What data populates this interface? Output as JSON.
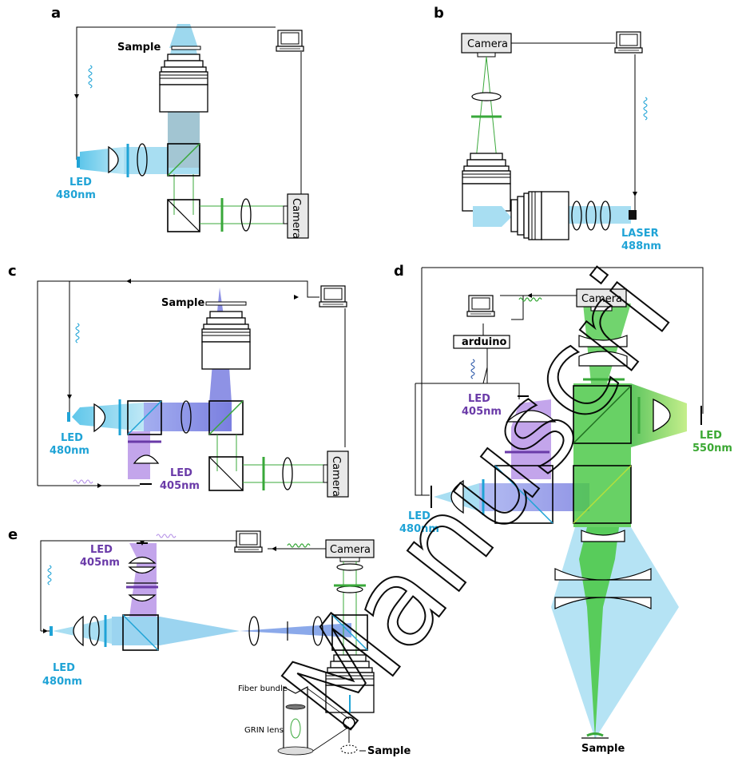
{
  "panels": {
    "a": {
      "label": "a",
      "sample": "Sample",
      "led": "LED",
      "led_wl": "480nm",
      "camera": "Camera"
    },
    "b": {
      "label": "b",
      "camera": "Camera",
      "laser": "LASER",
      "laser_wl": "488nm"
    },
    "c": {
      "label": "c",
      "sample": "Sample",
      "led1": "LED",
      "led1_wl": "480nm",
      "led2": "LED",
      "led2_wl": "405nm",
      "camera": "Camera"
    },
    "d": {
      "label": "d",
      "camera": "Camera",
      "arduino": "arduino",
      "led1": "LED",
      "led1_wl": "405nm",
      "led2": "LED",
      "led2_wl": "550nm",
      "led3": "LED",
      "led3_wl": "480nm",
      "sample": "Sample"
    },
    "e": {
      "label": "e",
      "led1": "LED",
      "led1_wl": "405nm",
      "led2": "LED",
      "led2_wl": "480nm",
      "camera": "Camera",
      "fiber": "Fiber bundle",
      "grin": "GRIN lens",
      "sample": "Sample"
    }
  },
  "watermark": "Manuscri",
  "colors": {
    "blue_label": "#1fa3d6",
    "purple_label": "#6a3aa8",
    "green_label": "#3ba833",
    "blue_beam": "#7fd1ee",
    "violet_beam": "#7a7fe0",
    "purple_beam": "#b48fe6",
    "green_beam": "#4ec94a"
  }
}
